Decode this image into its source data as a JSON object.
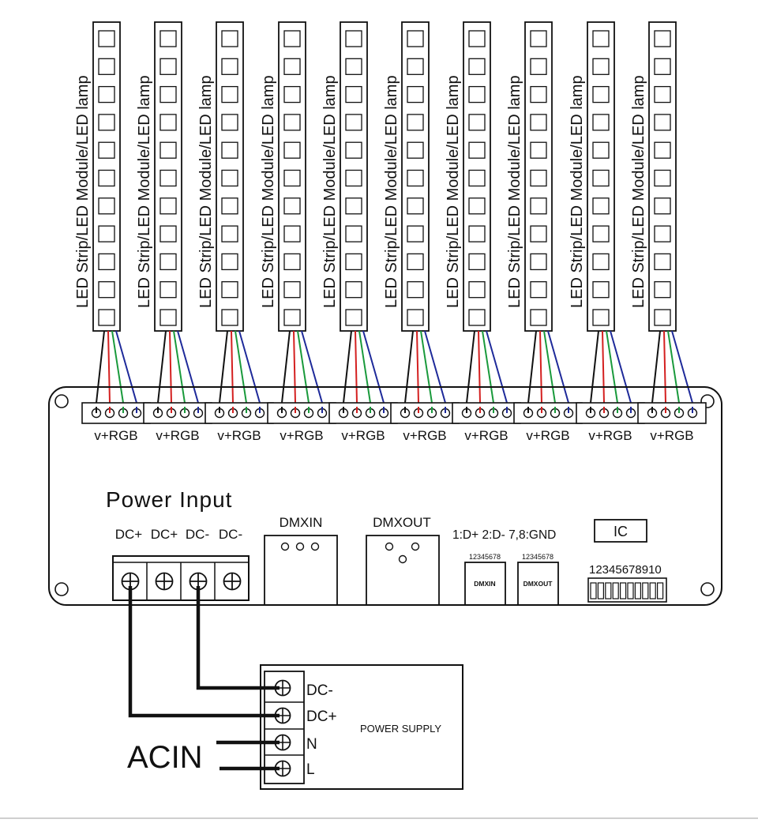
{
  "strip_label": "LED Strip/LED Module/LED lamp",
  "channel_label": "v+RGB",
  "channel_count": 10,
  "led_cells_per_strip": 11,
  "wire_colors": {
    "v_plus": "#111111",
    "red": "#d42020",
    "green": "#1a9a3c",
    "blue": "#1e2a9a"
  },
  "power_input": {
    "title": "Power Input",
    "terminals": [
      "DC+",
      "DC+",
      "DC-",
      "DC-"
    ]
  },
  "dmx": {
    "in_label": "DMXIN",
    "out_label": "DMXOUT",
    "pin_legend": "1:D+ 2:D- 7,8:GND",
    "rj45_pins": "12345678",
    "rj45_in_label": "DMXIN",
    "rj45_out_label": "DMXOUT"
  },
  "ic_label": "IC",
  "dip_switch": {
    "numbers": "12345678910",
    "count": 10
  },
  "power_supply": {
    "label": "POWER SUPPLY",
    "terminals": [
      "DC-",
      "DC+",
      "N",
      "L"
    ]
  },
  "acin_label": "ACIN"
}
